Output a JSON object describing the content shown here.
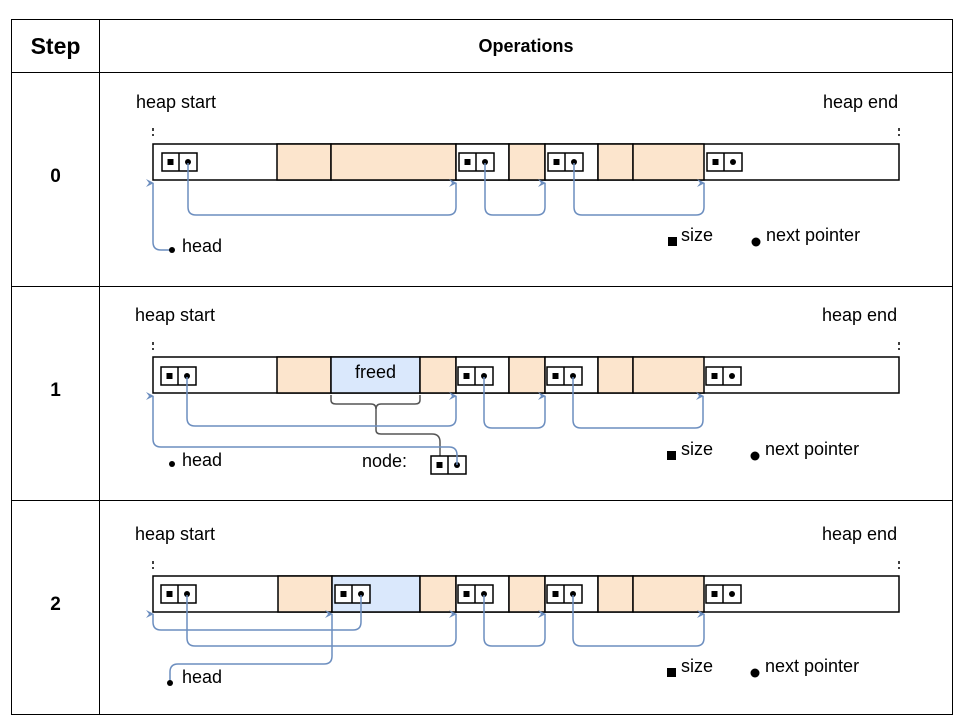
{
  "table": {
    "header": {
      "step": "Step",
      "operations": "Operations"
    }
  },
  "labels": {
    "heap_start": "heap start",
    "heap_end": "heap end",
    "head": "head",
    "size": "size",
    "next_pointer": "next pointer",
    "freed": "freed",
    "node": "node:"
  },
  "steps": [
    {
      "step": "0"
    },
    {
      "step": "1"
    },
    {
      "step": "2"
    }
  ],
  "colors": {
    "border": "#000000",
    "allocated_fill": "#fce5cd",
    "freed_fill": "#dae8fc",
    "arrow": "#6c8ebf",
    "brace": "#555555"
  }
}
